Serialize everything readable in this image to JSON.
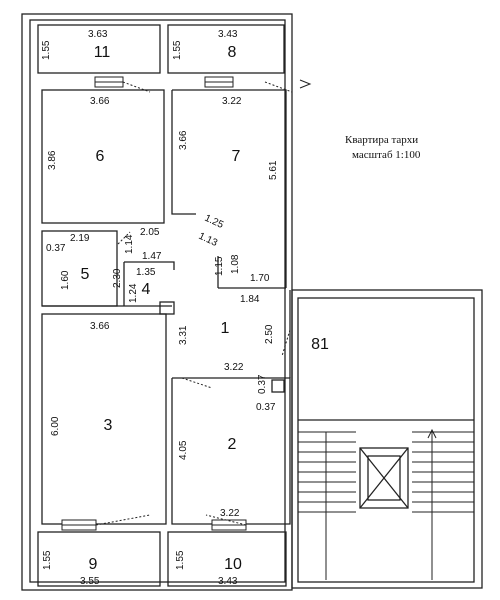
{
  "title": "Квартира тархи",
  "scale": "масштаб 1:100",
  "rooms": {
    "r1": "1",
    "r2": "2",
    "r3": "3",
    "r4": "4",
    "r5": "5",
    "r6": "6",
    "r7": "7",
    "r8": "8",
    "r9": "9",
    "r10": "10",
    "r11": "11",
    "r81": "81"
  },
  "dimensions": {
    "d11w": "3.63",
    "d11h": "1.55",
    "d8w": "3.43",
    "d8h": "1.55",
    "d6w": "3.66",
    "d6h": "3.86",
    "d7w": "3.22",
    "d7h": "3.66",
    "d7hr": "5.61",
    "d_205": "2.05",
    "d_125": "1.25",
    "d_113": "1.13",
    "d_115": "1.15",
    "d_108": "1.08",
    "d_170": "1.70",
    "d5w": "2.19",
    "d5x": "0.37",
    "d5h1": "1.14",
    "d5h2": "1.60",
    "d5h3": "2.30",
    "d4a": "1.47",
    "d4b": "1.35",
    "d4h": "1.24",
    "d1a": "1.84",
    "d1h": "3.31",
    "d1hr": "2.50",
    "d1b": "3.22",
    "d3w": "3.66",
    "d3h": "6.00",
    "d2w": "3.22",
    "d2h": "4.05",
    "d2a": "0.37",
    "d2b": "0.37",
    "d_322b": "3.22",
    "d9h": "1.55",
    "d9w": "3.55",
    "d10h": "1.55",
    "d10w": "3.43"
  }
}
